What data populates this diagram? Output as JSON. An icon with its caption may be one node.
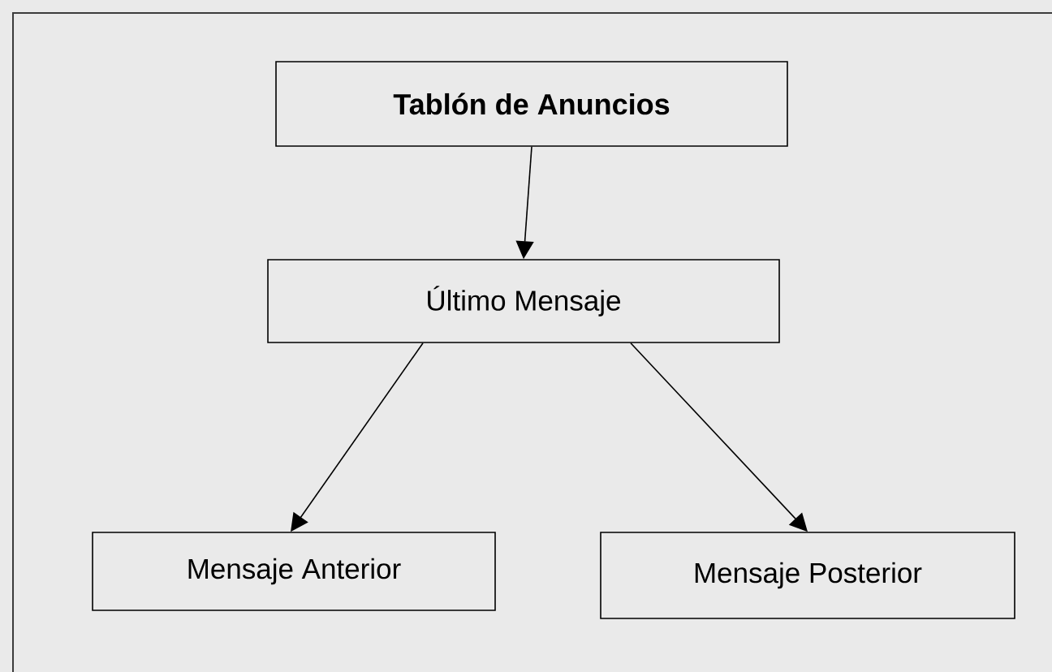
{
  "diagram": {
    "nodes": [
      {
        "text": [
          "Tablón de Anuncios"
        ]
      },
      {
        "text": [
          "Último Mensaje"
        ]
      },
      {
        "text": [
          "Mensaje Anterior"
        ]
      },
      {
        "text": [
          "Mensaje Posterior"
        ]
      }
    ],
    "edges": [
      {
        "from": 0,
        "to": 1,
        "arrow": "to"
      },
      {
        "from": 1,
        "to": 2,
        "arrow": "to"
      },
      {
        "from": 1,
        "to": 3,
        "arrow": "to"
      }
    ]
  }
}
